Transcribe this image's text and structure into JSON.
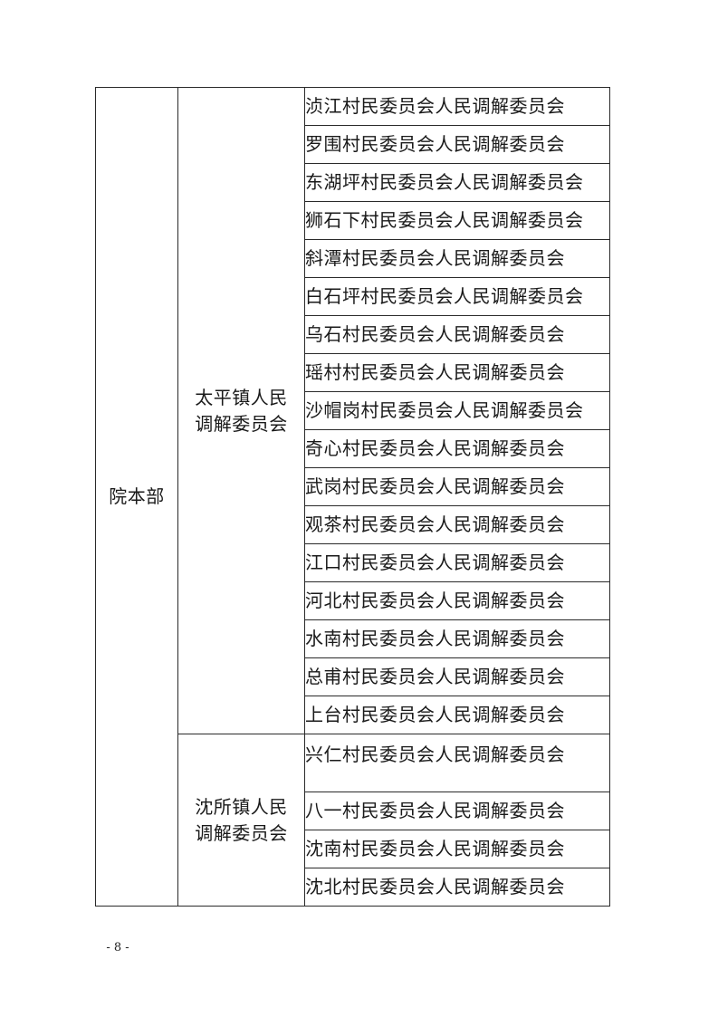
{
  "table": {
    "court_unit": "院本部",
    "groups": [
      {
        "town_line1": "太平镇人民",
        "town_line2": "调解委员会",
        "villages": [
          "浈江村民委员会人民调解委员会",
          "罗围村民委员会人民调解委员会",
          "东湖坪村民委员会人民调解委员会",
          "狮石下村民委员会人民调解委员会",
          "斜潭村民委员会人民调解委员会",
          "白石坪村民委员会人民调解委员会",
          "乌石村民委员会人民调解委员会",
          "瑶村村民委员会人民调解委员会",
          "沙帽岗村民委员会人民调解委员会",
          "奇心村民委员会人民调解委员会",
          "武岗村民委员会人民调解委员会",
          "观茶村民委员会人民调解委员会",
          "江口村民委员会人民调解委员会",
          "河北村民委员会人民调解委员会",
          "水南村民委员会人民调解委员会",
          "总甫村民委员会人民调解委员会",
          "上台村民委员会人民调解委员会"
        ]
      },
      {
        "town_line1": "沈所镇人民",
        "town_line2": "调解委员会",
        "villages": [
          "兴仁村民委员会人民调解委员会",
          "八一村民委员会人民调解委员会",
          "沈南村民委员会人民调解委员会",
          "沈北村民委员会人民调解委员会"
        ]
      }
    ]
  },
  "footer": {
    "page_number": "- 8 -"
  }
}
